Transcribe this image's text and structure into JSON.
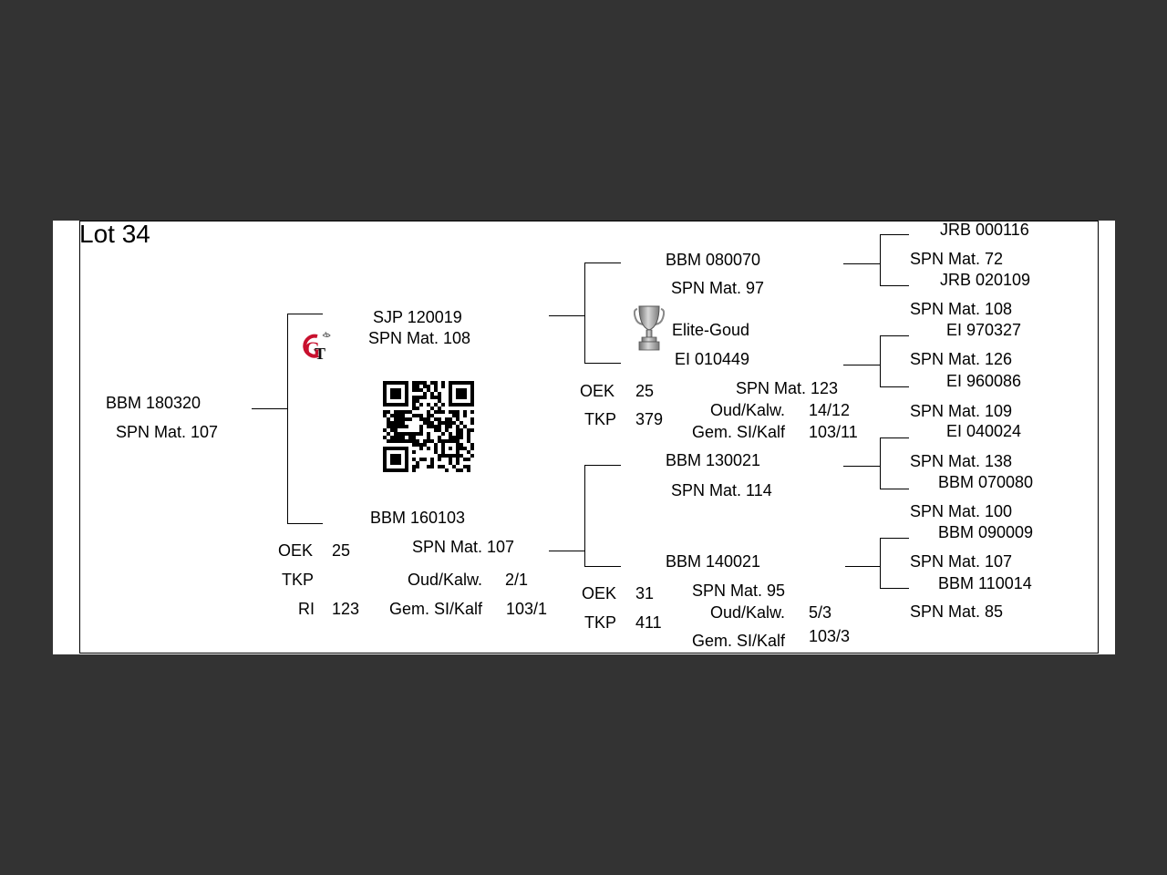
{
  "lot_title": "Lot 34",
  "animal": {
    "name": "BBM 180320",
    "mat": "SPN Mat. 107"
  },
  "sire": {
    "name": "SJP 120019",
    "mat": "SPN Mat. 108"
  },
  "dam": {
    "name": "BBM 160103",
    "mat": "SPN Mat. 107",
    "oek_label": "OEK",
    "oek_value": "25",
    "tkp_label": "TKP",
    "ri_label": "RI",
    "ri_value": "123",
    "oud_label": "Oud/Kalw.",
    "oud_value": "2/1",
    "gem_label": "Gem. SI/Kalf",
    "gem_value": "103/1"
  },
  "sire_sire": {
    "name": "BBM 080070",
    "mat": "SPN Mat. 97"
  },
  "sire_dam": {
    "name": "EI  010449",
    "mat": "SPN Mat. 123",
    "award": "Elite-Goud",
    "oek_label": "OEK",
    "oek_value": "25",
    "tkp_label": "TKP",
    "tkp_value": "379",
    "oud_label": "Oud/Kalw.",
    "oud_value": "14/12",
    "gem_label": "Gem. SI/Kalf",
    "gem_value": "103/11"
  },
  "dam_sire": {
    "name": "BBM 130021",
    "mat": "SPN Mat. 114"
  },
  "dam_dam": {
    "name": "BBM 140021",
    "mat": "SPN Mat. 95",
    "oek_label": "OEK",
    "oek_value": "31",
    "tkp_label": "TKP",
    "tkp_value": "411",
    "oud_label": "Oud/Kalw.",
    "oud_value": "5/3",
    "gem_label": "Gem. SI/Kalf",
    "gem_value": "103/3"
  },
  "gen3": [
    {
      "name": "JRB 000116",
      "mat": "SPN Mat. 72"
    },
    {
      "name": "JRB 020109",
      "mat": "SPN Mat. 108"
    },
    {
      "name": "EI  970327",
      "mat": "SPN Mat. 126"
    },
    {
      "name": "EI  960086",
      "mat": "SPN Mat. 109"
    },
    {
      "name": "EI  040024",
      "mat": "SPN Mat. 138"
    },
    {
      "name": "BBM 070080",
      "mat": "SPN Mat. 100"
    },
    {
      "name": "BBM 090009",
      "mat": "SPN Mat. 107"
    },
    {
      "name": "BBM 110014",
      "mat": "SPN Mat. 85"
    }
  ]
}
